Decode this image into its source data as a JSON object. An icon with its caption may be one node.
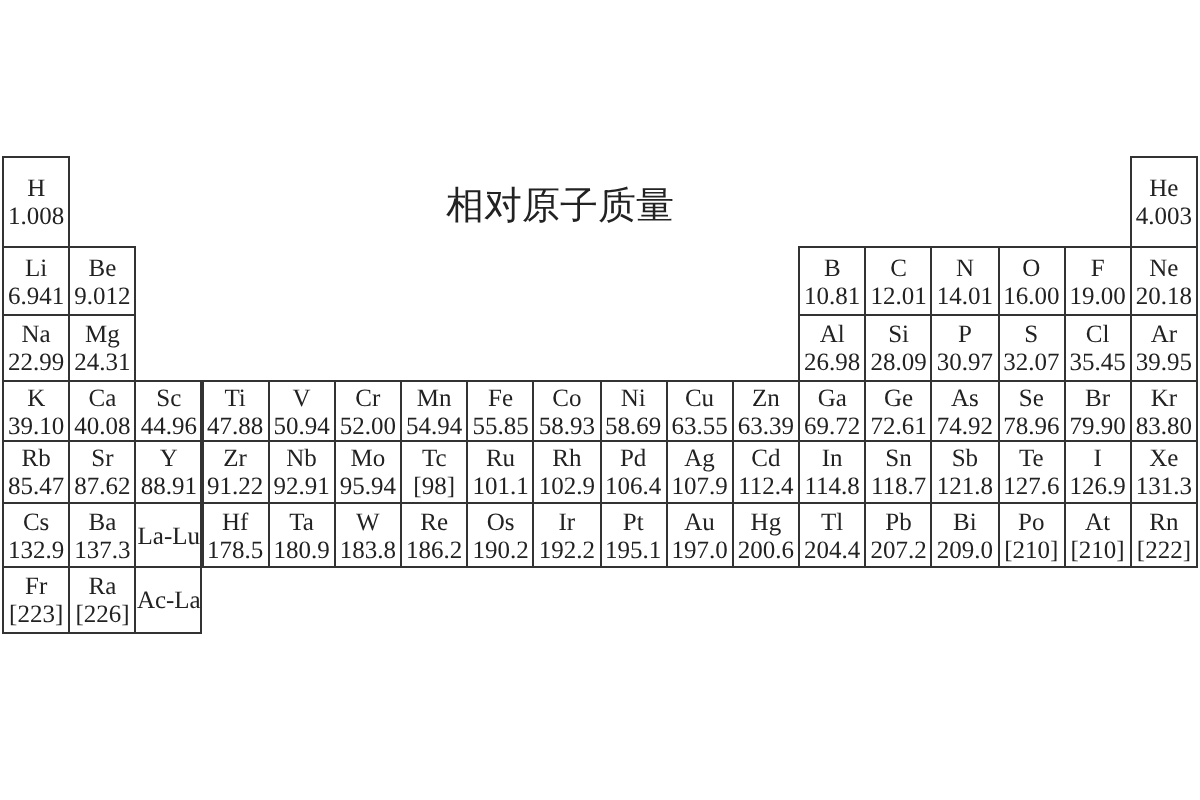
{
  "diagram": {
    "title": "相对原子质量",
    "nodes": [
      {
        "text": [
          "H",
          "1.008"
        ]
      },
      {
        "text": [
          "He",
          "4.003"
        ]
      },
      {
        "text": [
          "Li",
          "6.941"
        ]
      },
      {
        "text": [
          "Be",
          "9.012"
        ]
      },
      {
        "text": [
          "B",
          "10.81"
        ]
      },
      {
        "text": [
          "C",
          "12.01"
        ]
      },
      {
        "text": [
          "N",
          "14.01"
        ]
      },
      {
        "text": [
          "O",
          "16.00"
        ]
      },
      {
        "text": [
          "F",
          "19.00"
        ]
      },
      {
        "text": [
          "Ne",
          "20.18"
        ]
      },
      {
        "text": [
          "Na",
          "22.99"
        ]
      },
      {
        "text": [
          "Mg",
          "24.31"
        ]
      },
      {
        "text": [
          "Al",
          "26.98"
        ]
      },
      {
        "text": [
          "Si",
          "28.09"
        ]
      },
      {
        "text": [
          "P",
          "30.97"
        ]
      },
      {
        "text": [
          "S",
          "32.07"
        ]
      },
      {
        "text": [
          "Cl",
          "35.45"
        ]
      },
      {
        "text": [
          "Ar",
          "39.95"
        ]
      },
      {
        "text": [
          "K",
          "39.10"
        ]
      },
      {
        "text": [
          "Ca",
          "40.08"
        ]
      },
      {
        "text": [
          "Sc",
          "44.96"
        ]
      },
      {
        "text": [
          "Ti",
          "47.88"
        ]
      },
      {
        "text": [
          "V",
          "50.94"
        ]
      },
      {
        "text": [
          "Cr",
          "52.00"
        ]
      },
      {
        "text": [
          "Mn",
          "54.94"
        ]
      },
      {
        "text": [
          "Fe",
          "55.85"
        ]
      },
      {
        "text": [
          "Co",
          "58.93"
        ]
      },
      {
        "text": [
          "Ni",
          "58.69"
        ]
      },
      {
        "text": [
          "Cu",
          "63.55"
        ]
      },
      {
        "text": [
          "Zn",
          "63.39"
        ]
      },
      {
        "text": [
          "Ga",
          "69.72"
        ]
      },
      {
        "text": [
          "Ge",
          "72.61"
        ]
      },
      {
        "text": [
          "As",
          "74.92"
        ]
      },
      {
        "text": [
          "Se",
          "78.96"
        ]
      },
      {
        "text": [
          "Br",
          "79.90"
        ]
      },
      {
        "text": [
          "Kr",
          "83.80"
        ]
      },
      {
        "text": [
          "Rb",
          "85.47"
        ]
      },
      {
        "text": [
          "Sr",
          "87.62"
        ]
      },
      {
        "text": [
          "Y",
          "88.91"
        ]
      },
      {
        "text": [
          "Zr",
          "91.22"
        ]
      },
      {
        "text": [
          "Nb",
          "92.91"
        ]
      },
      {
        "text": [
          "Mo",
          "95.94"
        ]
      },
      {
        "text": [
          "Tc",
          "[98]"
        ]
      },
      {
        "text": [
          "Ru",
          "101.1"
        ]
      },
      {
        "text": [
          "Rh",
          "102.9"
        ]
      },
      {
        "text": [
          "Pd",
          "106.4"
        ]
      },
      {
        "text": [
          "Ag",
          "107.9"
        ]
      },
      {
        "text": [
          "Cd",
          "112.4"
        ]
      },
      {
        "text": [
          "In",
          "114.8"
        ]
      },
      {
        "text": [
          "Sn",
          "118.7"
        ]
      },
      {
        "text": [
          "Sb",
          "121.8"
        ]
      },
      {
        "text": [
          "Te",
          "127.6"
        ]
      },
      {
        "text": [
          "I",
          "126.9"
        ]
      },
      {
        "text": [
          "Xe",
          "131.3"
        ]
      },
      {
        "text": [
          "Cs",
          "132.9"
        ]
      },
      {
        "text": [
          "Ba",
          "137.3"
        ]
      },
      {
        "text": [
          "La-Lu"
        ]
      },
      {
        "text": [
          "Hf",
          "178.5"
        ]
      },
      {
        "text": [
          "Ta",
          "180.9"
        ]
      },
      {
        "text": [
          "W",
          "183.8"
        ]
      },
      {
        "text": [
          "Re",
          "186.2"
        ]
      },
      {
        "text": [
          "Os",
          "190.2"
        ]
      },
      {
        "text": [
          "Ir",
          "192.2"
        ]
      },
      {
        "text": [
          "Pt",
          "195.1"
        ]
      },
      {
        "text": [
          "Au",
          "197.0"
        ]
      },
      {
        "text": [
          "Hg",
          "200.6"
        ]
      },
      {
        "text": [
          "Tl",
          "204.4"
        ]
      },
      {
        "text": [
          "Pb",
          "207.2"
        ]
      },
      {
        "text": [
          "Bi",
          "209.0"
        ]
      },
      {
        "text": [
          "Po",
          "[210]"
        ]
      },
      {
        "text": [
          "At",
          "[210]"
        ]
      },
      {
        "text": [
          "Rn",
          "[222]"
        ]
      },
      {
        "text": [
          "Fr",
          "[223]"
        ]
      },
      {
        "text": [
          "Ra",
          "[226]"
        ]
      },
      {
        "text": [
          "Ac-La"
        ]
      }
    ]
  }
}
